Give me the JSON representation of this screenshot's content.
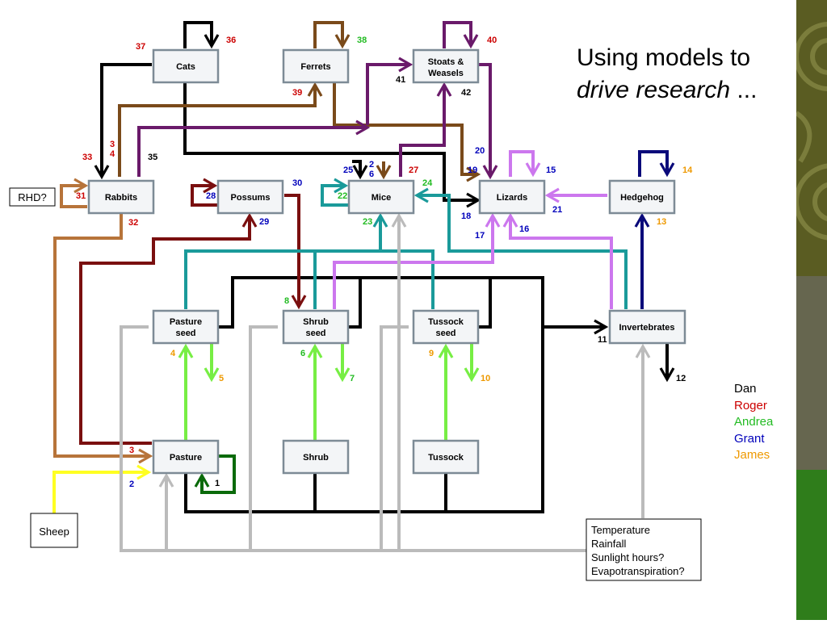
{
  "title": {
    "line1": "Using models to",
    "line2": "drive research",
    "line2_suffix": " ..."
  },
  "nodes": {
    "cats": [
      "Cats"
    ],
    "ferrets": [
      "Ferrets"
    ],
    "stoats": [
      "Stoats &",
      "Weasels"
    ],
    "rabbits": [
      "Rabbits"
    ],
    "possums": [
      "Possums"
    ],
    "mice": [
      "Mice"
    ],
    "lizards": [
      "Lizards"
    ],
    "hedgehog": [
      "Hedgehog"
    ],
    "pasture_seed": [
      "Pasture",
      "seed"
    ],
    "shrub_seed": [
      "Shrub",
      "seed"
    ],
    "tussock_seed": [
      "Tussock",
      "seed"
    ],
    "invertebrates": [
      "Invertebrates"
    ],
    "pasture": [
      "Pasture"
    ],
    "shrub": [
      "Shrub"
    ],
    "tussock": [
      "Tussock"
    ]
  },
  "external": {
    "rhd": "RHD?",
    "sheep": "Sheep",
    "climate": [
      "Temperature",
      "Rainfall",
      "Sunlight hours?",
      "Evapotranspiration?"
    ]
  },
  "legend": [
    {
      "name": "Dan",
      "color": "#000000"
    },
    {
      "name": "Roger",
      "color": "#cc0000"
    },
    {
      "name": "Andrea",
      "color": "#22bb22"
    },
    {
      "name": "Grant",
      "color": "#0000bb"
    },
    {
      "name": "James",
      "color": "#ee9900"
    }
  ],
  "link_numbers": [
    {
      "text": "1",
      "color": "#000000"
    },
    {
      "text": "2",
      "color": "#0000bb"
    },
    {
      "text": "3",
      "color": "#cc0000"
    },
    {
      "text": "4",
      "color": "#ee9900"
    },
    {
      "text": "5",
      "color": "#ee9900"
    },
    {
      "text": "6",
      "color": "#22bb22"
    },
    {
      "text": "7",
      "color": "#22bb22"
    },
    {
      "text": "8",
      "color": "#22bb22"
    },
    {
      "text": "9",
      "color": "#ee9900"
    },
    {
      "text": "10",
      "color": "#ee9900"
    },
    {
      "text": "11",
      "color": "#000000"
    },
    {
      "text": "12",
      "color": "#000000"
    },
    {
      "text": "13",
      "color": "#ee9900"
    },
    {
      "text": "14",
      "color": "#ee9900"
    },
    {
      "text": "15",
      "color": "#0000bb"
    },
    {
      "text": "16",
      "color": "#0000bb"
    },
    {
      "text": "17",
      "color": "#0000bb"
    },
    {
      "text": "18",
      "color": "#0000bb"
    },
    {
      "text": "19",
      "color": "#0000bb"
    },
    {
      "text": "20",
      "color": "#0000bb"
    },
    {
      "text": "21",
      "color": "#0000bb"
    },
    {
      "text": "22",
      "color": "#22bb22"
    },
    {
      "text": "23",
      "color": "#22bb22"
    },
    {
      "text": "24",
      "color": "#22bb22"
    },
    {
      "text": "25",
      "color": "#0000bb"
    },
    {
      "text": "2",
      "color": "#0000bb"
    },
    {
      "text": "6",
      "color": "#0000bb"
    },
    {
      "text": "27",
      "color": "#cc0000"
    },
    {
      "text": "28",
      "color": "#0000bb"
    },
    {
      "text": "29",
      "color": "#0000bb"
    },
    {
      "text": "30",
      "color": "#0000bb"
    },
    {
      "text": "31",
      "color": "#cc0000"
    },
    {
      "text": "32",
      "color": "#cc0000"
    },
    {
      "text": "33",
      "color": "#cc0000"
    },
    {
      "text": "3",
      "color": "#cc0000"
    },
    {
      "text": "4",
      "color": "#cc0000"
    },
    {
      "text": "35",
      "color": "#000000"
    },
    {
      "text": "36",
      "color": "#cc0000"
    },
    {
      "text": "37",
      "color": "#cc0000"
    },
    {
      "text": "38",
      "color": "#22bb22"
    },
    {
      "text": "39",
      "color": "#cc0000"
    },
    {
      "text": "40",
      "color": "#cc0000"
    },
    {
      "text": "41",
      "color": "#000000"
    },
    {
      "text": "42",
      "color": "#000000"
    }
  ]
}
